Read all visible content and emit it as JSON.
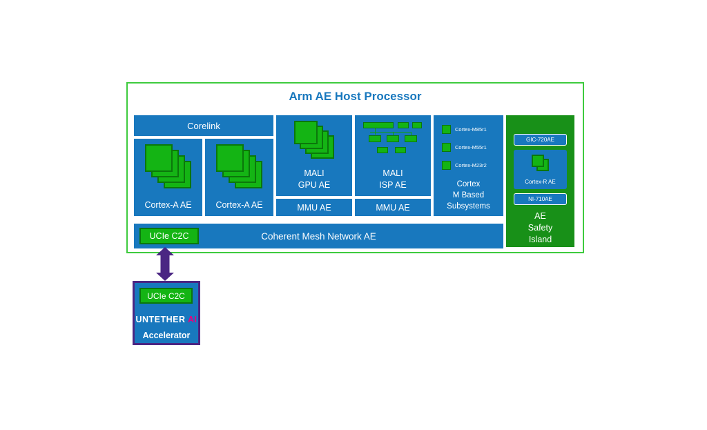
{
  "colors": {
    "host_block_blue": "#1878be",
    "safety_island_green": "#189018",
    "chip_green": "#14b414",
    "chip_border_green": "#0b770b",
    "outer_border_green": "#3ecb3e",
    "arrow_purple": "#4b2683",
    "brand_magenta": "#e6007e",
    "title_blue": "#1878be"
  },
  "host": {
    "title": "Arm AE Host Processor",
    "corelink": "Corelink",
    "cortex_a": [
      {
        "label": "Cortex-A AE"
      },
      {
        "label": "Cortex-A AE"
      }
    ],
    "mali_gpu": {
      "line1": "MALI",
      "line2": "GPU AE",
      "mmu": "MMU AE"
    },
    "mali_isp": {
      "line1": "MALI",
      "line2": "ISP AE",
      "mmu": "MMU AE"
    },
    "cortex_m": {
      "cores": [
        "Cortex-M85r1",
        "Cortex-M55r1",
        "Cortex-M23r2"
      ],
      "label_lines": [
        "Cortex",
        "M Based",
        "Subsystems"
      ]
    },
    "safety_island": {
      "gic_badge": "GIC-720AE",
      "cortex_r": "Cortex-R AE",
      "ni_badge": "NI-710AE",
      "label_lines": [
        "AE",
        "Safety",
        "Island"
      ]
    },
    "mesh": {
      "ucie": "UCIe C2C",
      "label": "Coherent Mesh Network AE"
    }
  },
  "accelerator": {
    "ucie": "UCIe C2C",
    "brand": "UNTETHER",
    "brand_accent": "AI",
    "label": "Accelerator"
  }
}
